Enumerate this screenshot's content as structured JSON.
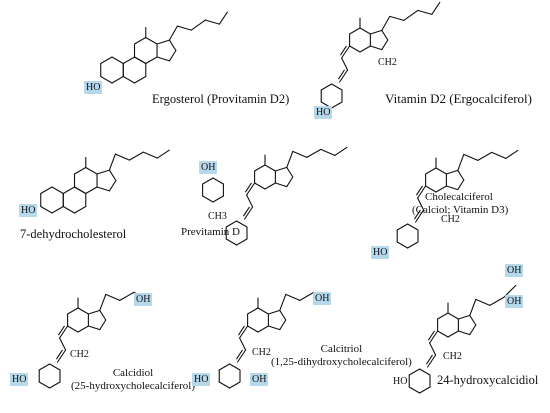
{
  "compounds": [
    {
      "name": "Ergosterol (Provitamin D2)"
    },
    {
      "name": "Vitamin D2 (Ergocalciferol)"
    },
    {
      "name": "7-dehydrocholesterol"
    },
    {
      "name": "Previtamin D"
    },
    {
      "name_line1": "Cholecalciferol",
      "name_line2": "(Calciol; Vitamin D3)"
    },
    {
      "name_line1": "Calcidiol",
      "name_line2": "(25-hydroxycholecalciferol)"
    },
    {
      "name_line1": "Calcitriol",
      "name_line2": "(1,25-dihydroxycholecalciferol)"
    },
    {
      "name": "24-hydroxycalcidiol"
    }
  ],
  "groups": {
    "oh": "OH",
    "ho": "HO",
    "ch2": "CH2",
    "ch3": "CH3"
  },
  "highlight_color": "#b5d8ea"
}
